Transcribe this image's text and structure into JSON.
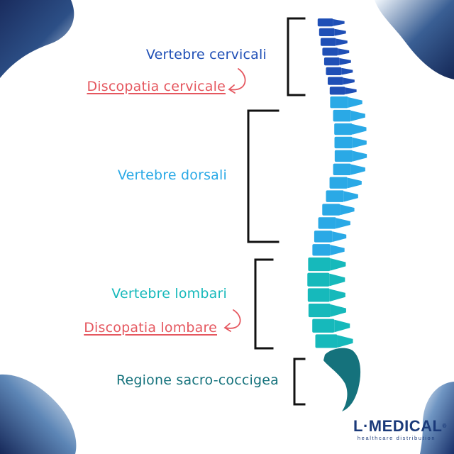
{
  "colors": {
    "cervical": "#1f4fb6",
    "dorsal": "#2aa9e6",
    "lumbar": "#16b9bb",
    "sacral": "#15727c",
    "pathology": "#e5575f",
    "bracket": "#111111",
    "corner_dark": "#152a5a"
  },
  "labels": {
    "cervical": "Vertebre cervicali",
    "cervical_disease": "Discopatia cervicale",
    "dorsal": "Vertebre dorsali",
    "lumbar": "Vertebre lombari",
    "lumbar_disease": "Discopatia lombare",
    "sacral": "Regione sacro-coccigea"
  },
  "logo": {
    "name": "L·MEDICAL",
    "registered": "®",
    "tagline": "healthcare distribution"
  },
  "spine": {
    "cervical_count": 8,
    "dorsal_count": 12,
    "lumbar_count": 6
  }
}
